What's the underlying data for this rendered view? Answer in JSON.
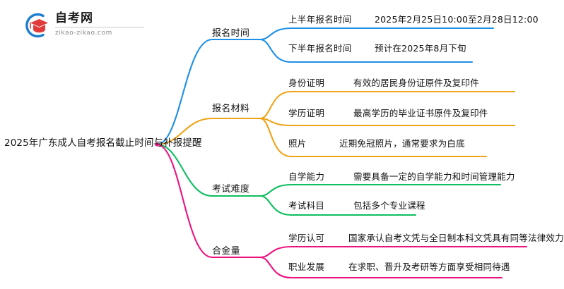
{
  "logo": {
    "name": "自考网",
    "url": "zikao-zikao.com",
    "mark_icon": "graduation-cap-icon",
    "arc_color": "#1E7FD0",
    "cap_color": "#E03A3A"
  },
  "mindmap": {
    "root": {
      "label": "2025年广东成人自考报名截止时间与补报提醒"
    },
    "branches": [
      {
        "label": "报名时间",
        "color": "#1E90E8",
        "children": [
          {
            "key": "上半年报名时间",
            "value": "2025年2月25日10:00至2月28日12:00"
          },
          {
            "key": "下半年报名时间",
            "value": "预计在2025年8月下旬"
          }
        ]
      },
      {
        "label": "报名材料",
        "color": "#EFA319",
        "children": [
          {
            "key": "身份证明",
            "value": "有效的居民身份证原件及复印件"
          },
          {
            "key": "学历证明",
            "value": "最高学历的毕业证书原件及复印件"
          },
          {
            "key": "照片",
            "value": "近期免冠照片，通常要求为白底"
          }
        ]
      },
      {
        "label": "考试难度",
        "color": "#0EBE60",
        "children": [
          {
            "key": "自学能力",
            "value": "需要具备一定的自学能力和时间管理能力"
          },
          {
            "key": "考试科目",
            "value": "包括多个专业课程"
          }
        ]
      },
      {
        "label": "合金量",
        "color": "#EC1380",
        "children": [
          {
            "key": "学历认可",
            "value": "国家承认自考文凭与全日制本科文凭具有同等法律效力"
          },
          {
            "key": "职业发展",
            "value": "在求职、晋升及考研等方面享受相同待遇"
          }
        ]
      }
    ]
  }
}
